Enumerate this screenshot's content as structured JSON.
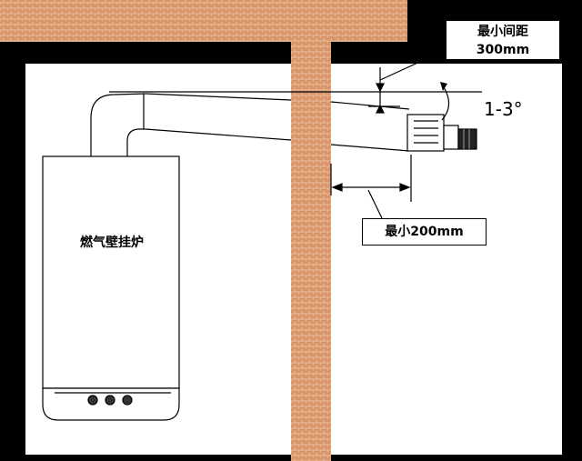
{
  "diagram": {
    "heater_label": "燃气壁挂炉",
    "angle_label": "1-3°",
    "min_gap_label_line1": "最小间距",
    "min_gap_label_line2": "300mm",
    "min_extension_label": "最小200mm"
  },
  "colors": {
    "brick": "#d9956a",
    "brick_mortar": "#f0c8a8",
    "background": "#000000",
    "wall_panel": "#ffffff",
    "line": "#000000"
  }
}
